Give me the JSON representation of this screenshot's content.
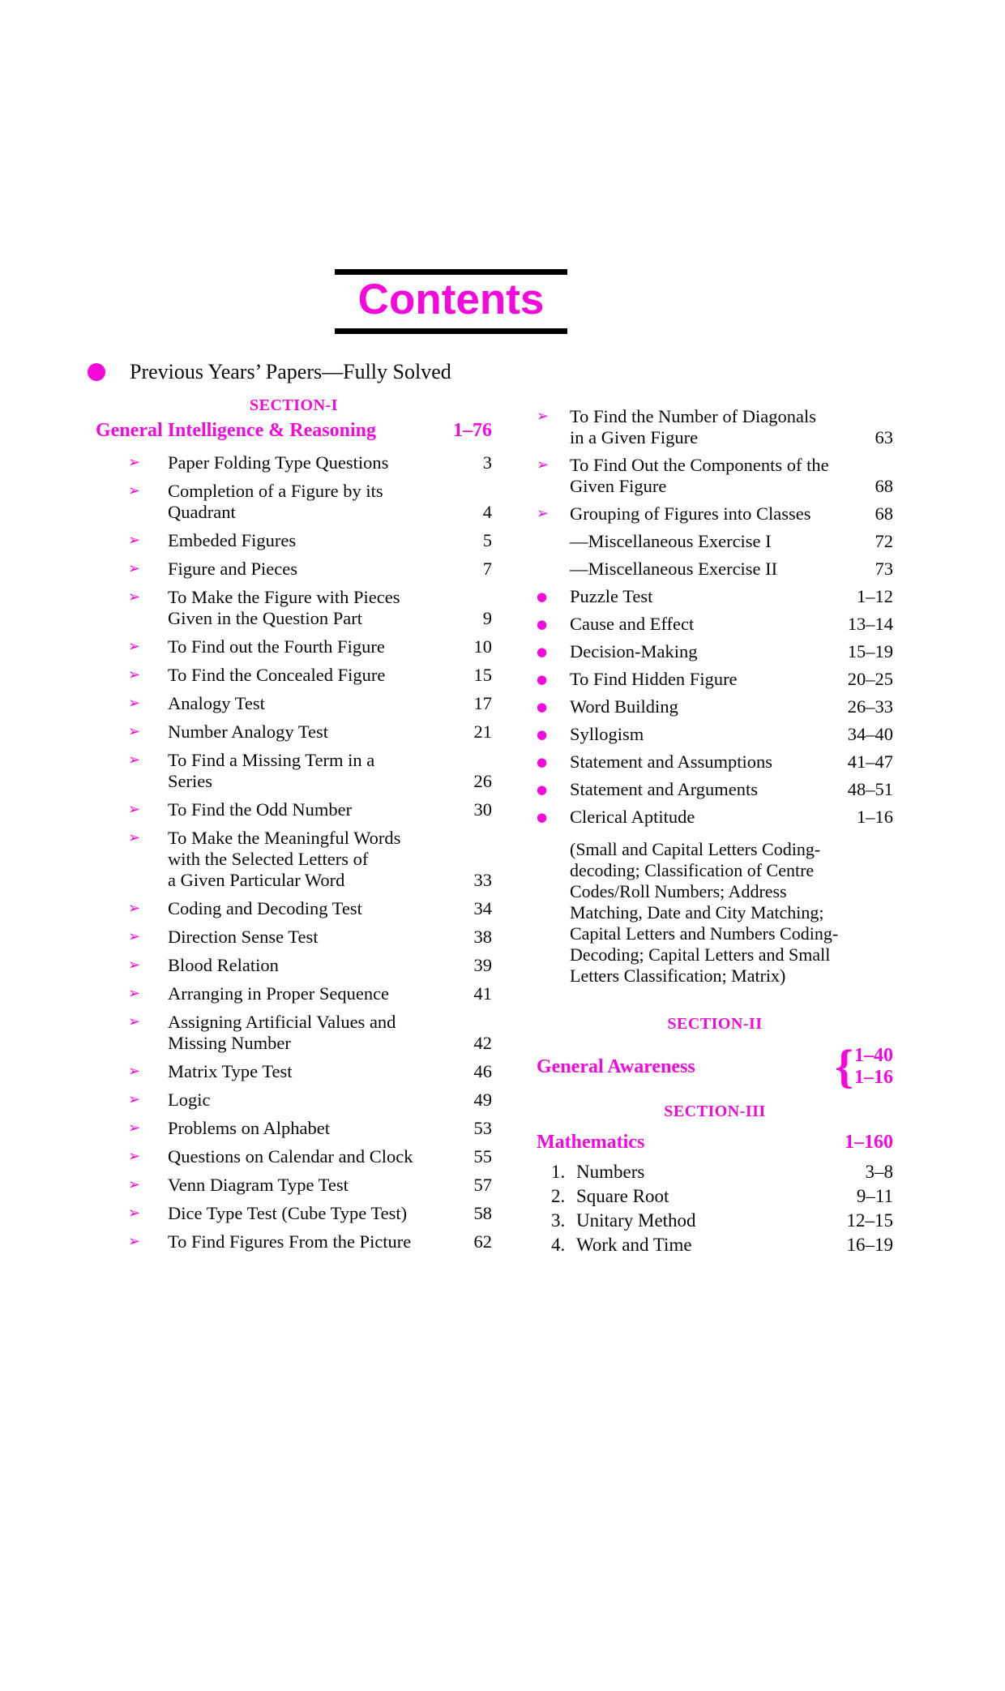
{
  "accent_color": "#f408dc",
  "title": {
    "text": "Contents"
  },
  "intro": {
    "text": "Previous Years’ Papers—Fully Solved"
  },
  "icons": {
    "arrow": "➢",
    "circle": "●",
    "none": ""
  },
  "left_column": {
    "section_label": "SECTION-I",
    "section_title": "General Intelligence & Reasoning",
    "section_pages": "1–76",
    "items": [
      {
        "bullet": "arrow",
        "text": "Paper Folding Type Questions",
        "page": "3"
      },
      {
        "bullet": "arrow",
        "text": "Completion of a Figure by its\nQuadrant",
        "page": "4"
      },
      {
        "bullet": "arrow",
        "text": "Embeded Figures",
        "page": "5"
      },
      {
        "bullet": "arrow",
        "text": "Figure and Pieces",
        "page": "7"
      },
      {
        "bullet": "arrow",
        "text": "To Make the Figure with Pieces\nGiven in the Question Part",
        "page": "9"
      },
      {
        "bullet": "arrow",
        "text": "To Find out the Fourth Figure",
        "page": "10"
      },
      {
        "bullet": "arrow",
        "text": "To Find the Concealed Figure",
        "page": "15"
      },
      {
        "bullet": "arrow",
        "text": "Analogy Test",
        "page": "17"
      },
      {
        "bullet": "arrow",
        "text": "Number Analogy Test",
        "page": "21"
      },
      {
        "bullet": "arrow",
        "text": "To Find a Missing Term in a\nSeries",
        "page": "26"
      },
      {
        "bullet": "arrow",
        "text": "To Find the Odd Number",
        "page": "30"
      },
      {
        "bullet": "arrow",
        "text": "To Make the Meaningful Words\nwith the Selected Letters of\na Given Particular Word",
        "page": "33"
      },
      {
        "bullet": "arrow",
        "text": "Coding and Decoding Test",
        "page": "34"
      },
      {
        "bullet": "arrow",
        "text": "Direction Sense Test",
        "page": "38"
      },
      {
        "bullet": "arrow",
        "text": "Blood Relation",
        "page": "39"
      },
      {
        "bullet": "arrow",
        "text": "Arranging in Proper Sequence",
        "page": "41"
      },
      {
        "bullet": "arrow",
        "text": "Assigning Artificial Values and\nMissing Number",
        "page": "42"
      },
      {
        "bullet": "arrow",
        "text": "Matrix Type Test",
        "page": "46"
      },
      {
        "bullet": "arrow",
        "text": "Logic",
        "page": "49"
      },
      {
        "bullet": "arrow",
        "text": "Problems on Alphabet",
        "page": "53"
      },
      {
        "bullet": "arrow",
        "text": "Questions on Calendar and Clock",
        "page": "55"
      },
      {
        "bullet": "arrow",
        "text": "Venn Diagram Type Test",
        "page": "57"
      },
      {
        "bullet": "arrow",
        "text": "Dice Type Test (Cube Type Test)",
        "page": "58"
      },
      {
        "bullet": "arrow",
        "text": "To Find Figures From the Picture",
        "page": "62"
      }
    ]
  },
  "right_column": {
    "items": [
      {
        "bullet": "arrow",
        "text": "To Find the Number of Diagonals\nin a Given Figure",
        "page": "63"
      },
      {
        "bullet": "arrow",
        "text": "To Find Out the Components of the\nGiven Figure",
        "page": "68"
      },
      {
        "bullet": "arrow",
        "text": "Grouping of Figures into Classes",
        "page": "68"
      },
      {
        "bullet": "none",
        "text": "—Miscellaneous Exercise I",
        "page": "72"
      },
      {
        "bullet": "none",
        "text": "—Miscellaneous Exercise II",
        "page": "73"
      },
      {
        "bullet": "circle",
        "text": "Puzzle Test",
        "page": "1–12"
      },
      {
        "bullet": "circle",
        "text": "Cause and Effect",
        "page": "13–14"
      },
      {
        "bullet": "circle",
        "text": "Decision-Making",
        "page": "15–19"
      },
      {
        "bullet": "circle",
        "text": "To Find Hidden Figure",
        "page": "20–25"
      },
      {
        "bullet": "circle",
        "text": "Word Building",
        "page": "26–33"
      },
      {
        "bullet": "circle",
        "text": "Syllogism",
        "page": "34–40"
      },
      {
        "bullet": "circle",
        "text": "Statement and Assumptions",
        "page": "41–47"
      },
      {
        "bullet": "circle",
        "text": "Statement and Arguments",
        "page": "48–51"
      },
      {
        "bullet": "circle",
        "text": "Clerical Aptitude",
        "page": "1–16"
      }
    ],
    "note": "(Small and Capital Letters Coding-\ndecoding; Classification of Centre\nCodes/Roll Numbers; Address\nMatching, Date and City Matching;\nCapital Letters and Numbers Coding-\nDecoding; Capital Letters and Small\nLetters Classification; Matrix)",
    "section_2": {
      "label": "SECTION-II",
      "title": "General Awareness",
      "brace": "{",
      "pages": [
        "1–40",
        "1–16"
      ]
    },
    "section_3": {
      "label": "SECTION-III",
      "title": "Mathematics",
      "pages": "1–160"
    },
    "math_items": [
      {
        "num": "1.",
        "text": "Numbers",
        "page": "3–8"
      },
      {
        "num": "2.",
        "text": "Square Root",
        "page": "9–11"
      },
      {
        "num": "3.",
        "text": "Unitary Method",
        "page": "12–15"
      },
      {
        "num": "4.",
        "text": "Work and Time",
        "page": "16–19"
      }
    ]
  }
}
